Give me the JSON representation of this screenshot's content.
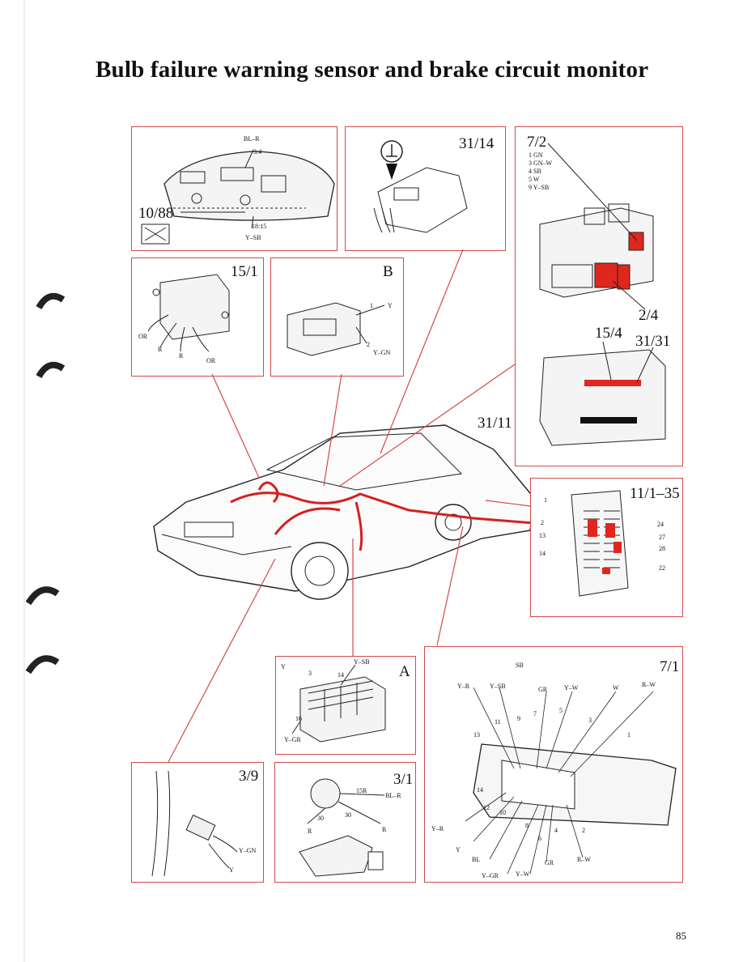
{
  "page": {
    "title": "Bulb failure warning sensor and brake circuit monitor",
    "page_number": "85"
  },
  "panels": {
    "cluster": {
      "wire_top": "BL–R",
      "pins_top": "3:4",
      "component": "10/88",
      "pins_bottom": "18:15",
      "wire_bottom": "Y–SB",
      "icon": "crossed-bulb-icon"
    },
    "ground": {
      "component": "31/14",
      "icon": "ground-symbol-icon"
    },
    "relay_box": {
      "component": "7/2",
      "wires": [
        "1 GN",
        "3 GN–W",
        "4 SB",
        "5 W",
        "9 Y–SB"
      ],
      "sub_component": "2/4"
    },
    "module_15_1": {
      "component": "15/1",
      "wires": [
        "OR",
        "R",
        "R",
        "OR"
      ]
    },
    "connector_b": {
      "component": "B",
      "pin1": "1",
      "wire1": "Y",
      "pin2": "2",
      "wire2": "Y–GN"
    },
    "fusebox_area": {
      "comp_left": "15/4",
      "comp_right": "31/31",
      "comp_below": "31/11"
    },
    "fuse_panel": {
      "component": "11/1–35",
      "left_pins": [
        "1",
        "2",
        "13",
        "14"
      ],
      "right_pins": [
        "24",
        "27",
        "28",
        "22"
      ]
    },
    "connector_a": {
      "component": "A",
      "wire_top": "Y–SB",
      "wire_left": "Y",
      "pin3": "3",
      "pin14": "14",
      "pin16": "16",
      "wire_bottom": "Y–GR"
    },
    "sensor_7_1": {
      "component": "7/1",
      "top_labels": [
        "SB",
        "Y–R",
        "Y–SB",
        "GR",
        "Y–W",
        "W",
        "R–W"
      ],
      "odd_pins": [
        "13",
        "11",
        "9",
        "7",
        "5",
        "3",
        "1"
      ],
      "even_pins": [
        "14",
        "12",
        "10",
        "8",
        "6",
        "4",
        "2"
      ],
      "bottom_labels": [
        "Y–R",
        "Y",
        "BL",
        "Y–GR",
        "Y–W",
        "GR",
        "R–W"
      ]
    },
    "switch_3_9": {
      "component": "3/9",
      "wire1": "Y–GN",
      "wire2": "Y"
    },
    "switch_3_1": {
      "component": "3/1",
      "pin15r": "15R",
      "wire_bl_r": "BL–R",
      "pin30a": "30",
      "pin30b": "30",
      "wire_r1": "R",
      "wire_r2": "R"
    }
  },
  "colors": {
    "frame": "#d34a4a",
    "harness": "#d61f1f",
    "highlight": "#e0271f"
  }
}
